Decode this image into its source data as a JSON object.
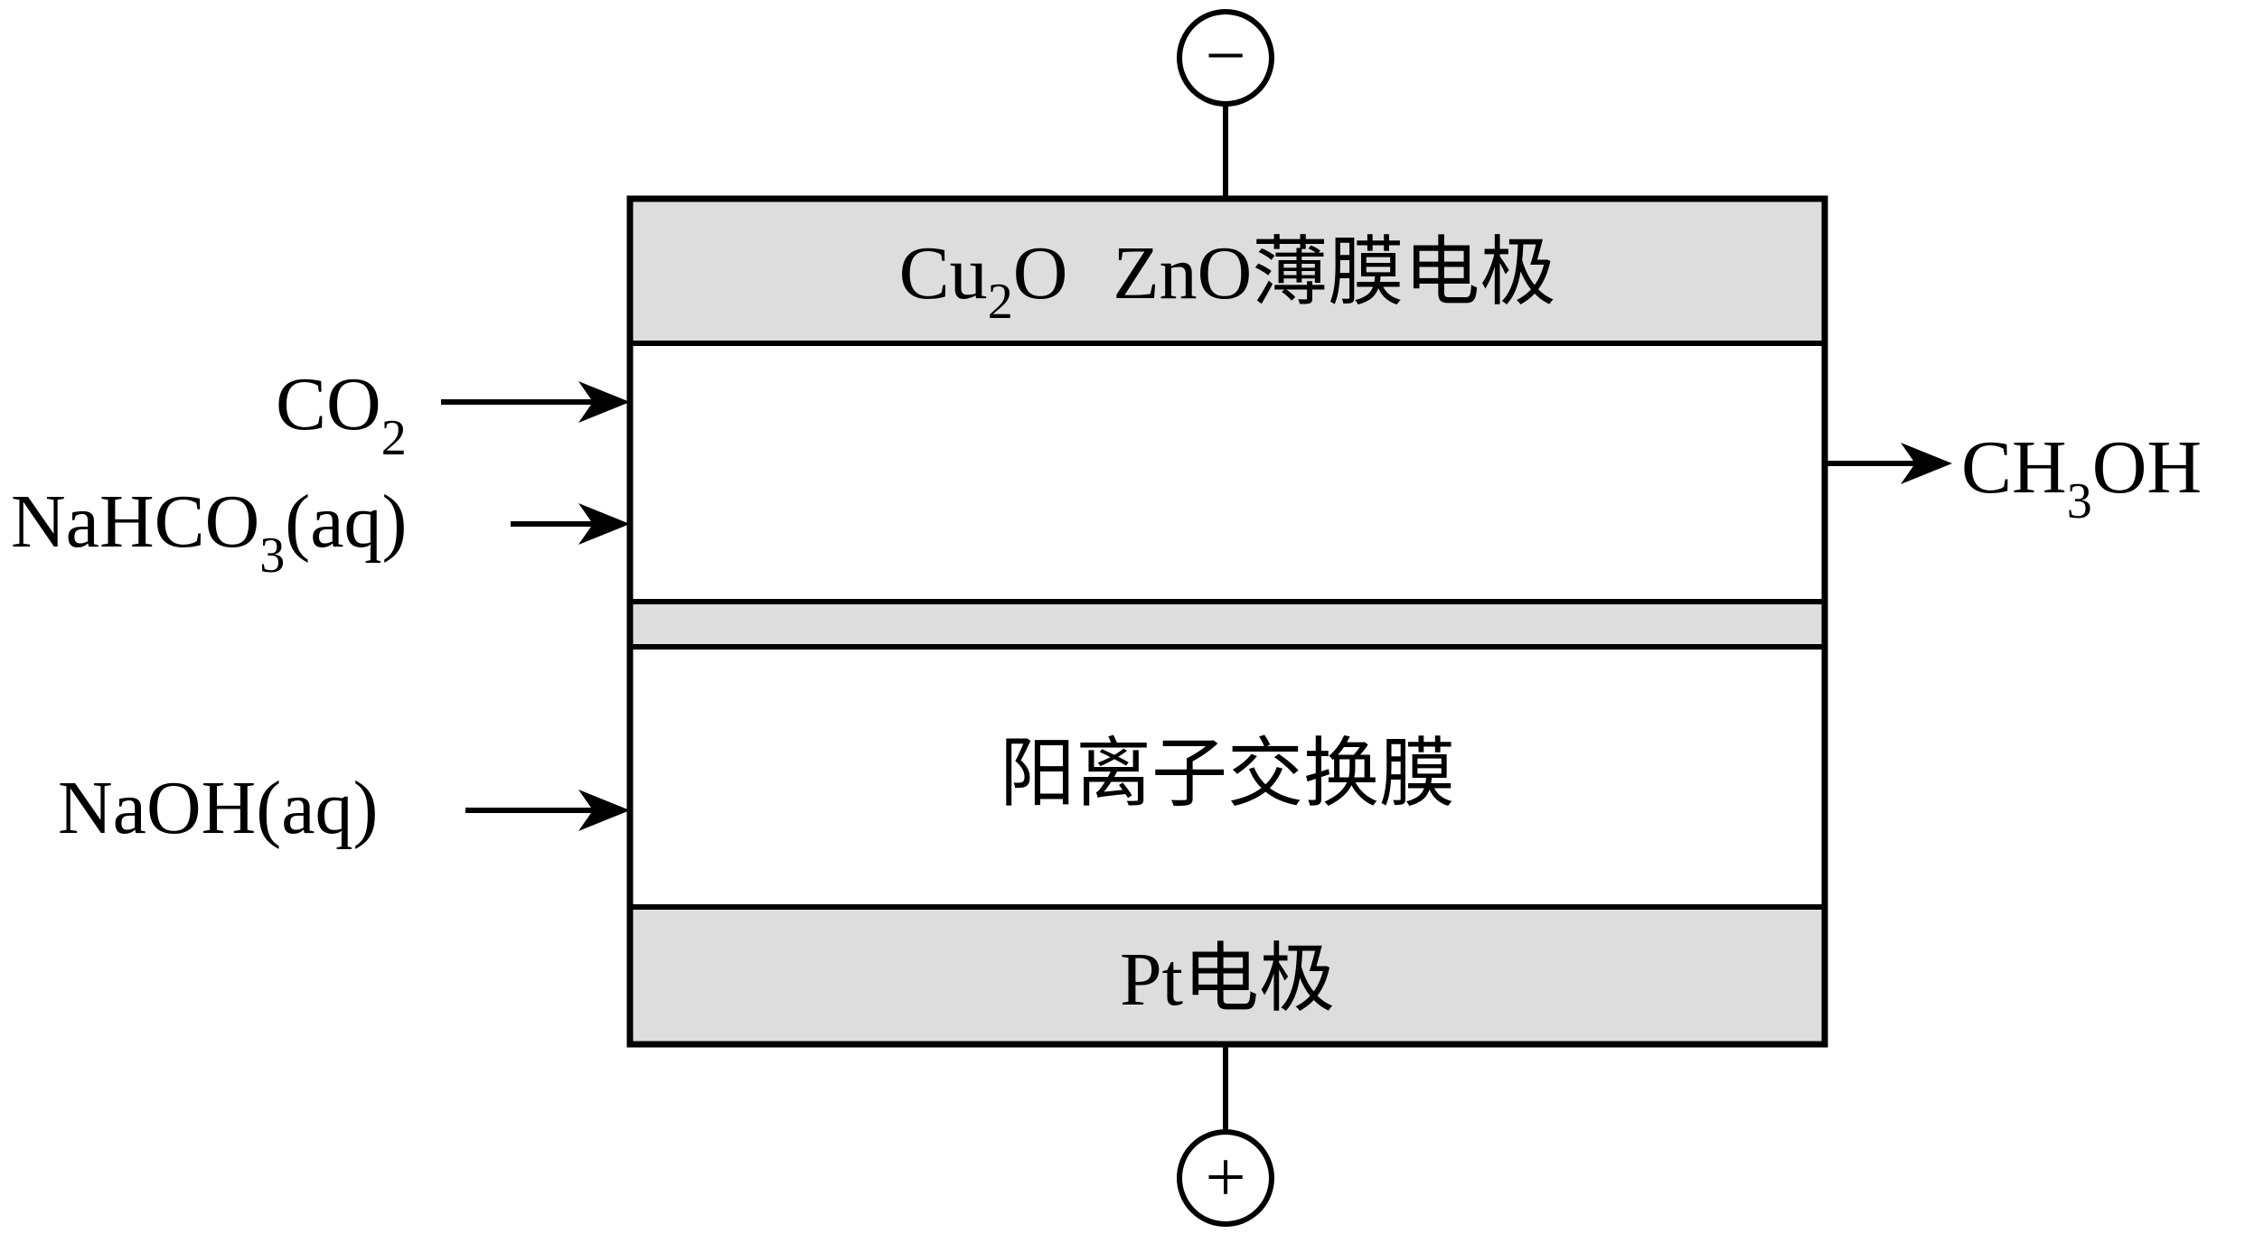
{
  "colors": {
    "layer_fill": "#dcdddc",
    "background": "#ffffff",
    "line": "#000000"
  },
  "terminals": {
    "top_sign": "−",
    "bottom_sign": "+"
  },
  "cathode": {
    "label_cu": "Cu",
    "label_cu_sub": "2",
    "label_cu_o": "O",
    "label_rest": "ZnO薄膜电极"
  },
  "membrane_label": "阳离子交换膜",
  "anode_label": "Pt电极",
  "inputs": {
    "co2_main": "CO",
    "co2_sub": "2",
    "nahco3_main": "NaHCO",
    "nahco3_sub": "3",
    "nahco3_tail": "(aq)",
    "naoh": "NaOH(aq)"
  },
  "output": {
    "main": "CH",
    "sub": "3",
    "tail": "OH"
  },
  "icons": [
    "minus-terminal-icon",
    "plus-terminal-icon",
    "arrow-right-icon"
  ]
}
